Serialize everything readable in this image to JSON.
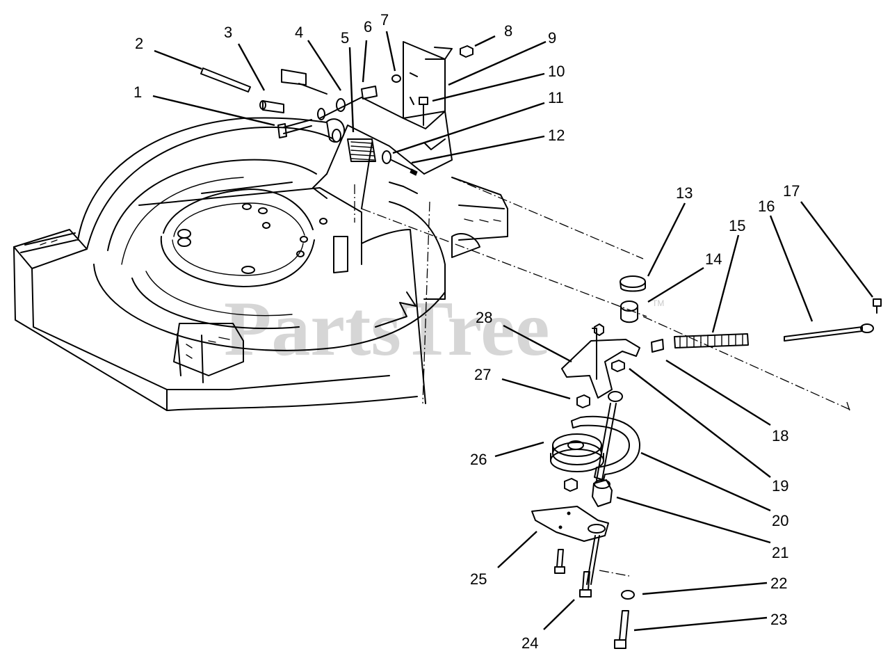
{
  "watermark": {
    "brand": "PartsTree",
    "mark": "TM"
  },
  "callouts": [
    {
      "number": "1"
    },
    {
      "number": "2"
    },
    {
      "number": "3"
    },
    {
      "number": "4"
    },
    {
      "number": "5"
    },
    {
      "number": "6"
    },
    {
      "number": "7"
    },
    {
      "number": "8"
    },
    {
      "number": "9"
    },
    {
      "number": "10"
    },
    {
      "number": "11"
    },
    {
      "number": "12"
    },
    {
      "number": "13"
    },
    {
      "number": "14"
    },
    {
      "number": "15"
    },
    {
      "number": "16"
    },
    {
      "number": "17"
    },
    {
      "number": "18"
    },
    {
      "number": "19"
    },
    {
      "number": "20"
    },
    {
      "number": "21"
    },
    {
      "number": "22"
    },
    {
      "number": "23"
    },
    {
      "number": "24"
    },
    {
      "number": "25"
    },
    {
      "number": "26"
    },
    {
      "number": "27"
    },
    {
      "number": "28"
    }
  ]
}
